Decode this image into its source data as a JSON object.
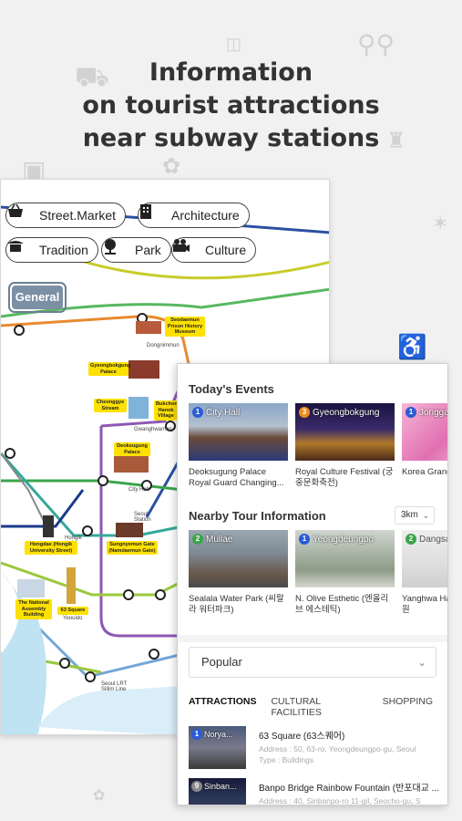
{
  "headline": {
    "line1": "Information",
    "line2": "on tourist attractions",
    "line3": "near subway stations"
  },
  "colors": {
    "badge_blue": "#2a5bd7",
    "badge_orange": "#f08a1e",
    "badge_green": "#3aa54b",
    "badge_gray": "#8a8a8a",
    "general": "#7b8fa5",
    "map_tag": "#ffe100"
  },
  "filters": [
    {
      "label": "Street.Market",
      "icon": "basket-icon"
    },
    {
      "label": "Architecture",
      "icon": "building-icon"
    },
    {
      "label": "Tradition",
      "icon": "traditional-house-icon"
    },
    {
      "label": "Park",
      "icon": "tree-icon"
    },
    {
      "label": "Culture",
      "icon": "camera-icon"
    }
  ],
  "general_button": "General",
  "map": {
    "stations": [
      "Dongnimmun",
      "Gwanghwamun",
      "City Hall",
      "Seoul Station",
      "Hongik Univ.",
      "Yeouido",
      "Seoul LRT Sillim Line"
    ],
    "tags": [
      "Seodaemun Prison History Museum",
      "Gyeongbokgung Palace",
      "Cheonggye Stream",
      "Bukchon Hanok Village",
      "Deoksugung Palace",
      "Sungnyemun Gate (Namdaemun Gate)",
      "Hongdae (Hongik University Street)",
      "The National Assembly Building",
      "63 Square"
    ]
  },
  "todays_events": {
    "title": "Today's Events",
    "items": [
      {
        "num": "1",
        "station": "City Hall",
        "caption": "Deoksugung Palace Royal Guard Changing..."
      },
      {
        "num": "3",
        "station": "Gyeongbokgung",
        "caption": "Royal Culture Festival (궁중문화축전)"
      },
      {
        "num": "1",
        "station": "Jonggak",
        "caption": "Korea Grand 그랜드세일)"
      }
    ]
  },
  "nearby": {
    "title": "Nearby Tour Information",
    "distance": "3km",
    "items": [
      {
        "num": "2",
        "station": "Mullae",
        "caption": "Sealala Water Park (씨랄라 워터파크)"
      },
      {
        "num": "1",
        "station": "Yeongdeungpo",
        "caption": "N. Olive Esthetic (엔올리브 에스테틱)"
      },
      {
        "num": "2",
        "station": "Dangsan",
        "caption": "Yanghwa Ha (한강시민공원"
      }
    ]
  },
  "sort_dropdown": "Popular",
  "tabs": [
    "ATTRACTIONS",
    "CULTURAL FACILITIES",
    "SHOPPING"
  ],
  "list": [
    {
      "num": "1",
      "station": "Norya...",
      "title": "63 Square (63스퀘어)",
      "address": "Address : 50, 63-ro, Yeongdeungpo-gu, Seoul",
      "type": "Type : Buildings"
    },
    {
      "num": "9",
      "station": "Sinban...",
      "title": "Banpo Bridge Rainbow Fountain (반포대교 ...",
      "address": "Address : 40, Sinbanpo-ro 11-gil, Seocho-gu, S",
      "type": ""
    }
  ]
}
